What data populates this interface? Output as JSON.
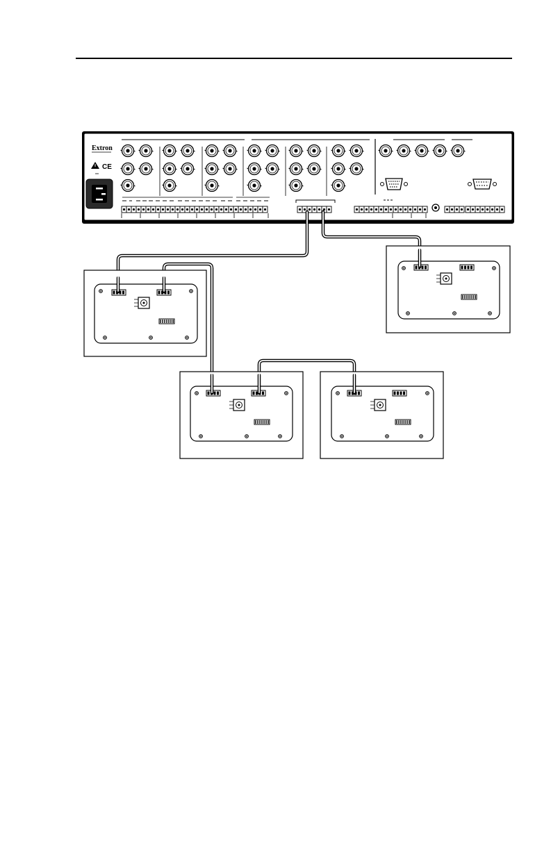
{
  "page": {
    "brand": "Extron",
    "ce_mark": "CE"
  },
  "diagram": {
    "rear_panel": {
      "name": "switcher-rear-panel",
      "features": [
        "power-inlet",
        "bnc-input-connectors",
        "bnc-output-connectors",
        "vga-connector",
        "serial-connector",
        "audio-terminal-blocks",
        "remote-terminal-block",
        "control-terminal-blocks"
      ]
    },
    "remote_panels": [
      {
        "name": "remote-panel-1",
        "features": [
          "input-terminal-block",
          "output-terminal-block",
          "rotary-switch",
          "dip-switch"
        ]
      },
      {
        "name": "remote-panel-2",
        "features": [
          "input-terminal-block",
          "output-terminal-block",
          "rotary-switch",
          "dip-switch"
        ]
      },
      {
        "name": "remote-panel-3",
        "features": [
          "input-terminal-block",
          "output-terminal-block",
          "rotary-switch",
          "dip-switch"
        ]
      },
      {
        "name": "remote-panel-4",
        "features": [
          "input-terminal-block",
          "output-terminal-block",
          "rotary-switch",
          "dip-switch"
        ]
      }
    ],
    "cables": [
      "switcher-to-panel-1",
      "panel-1-to-panel-3",
      "panel-3-to-panel-4",
      "switcher-to-panel-2"
    ]
  },
  "colors": {
    "line": "#000000",
    "panel_fill": "#ffffff",
    "power_inlet": "#2a2a2a"
  }
}
